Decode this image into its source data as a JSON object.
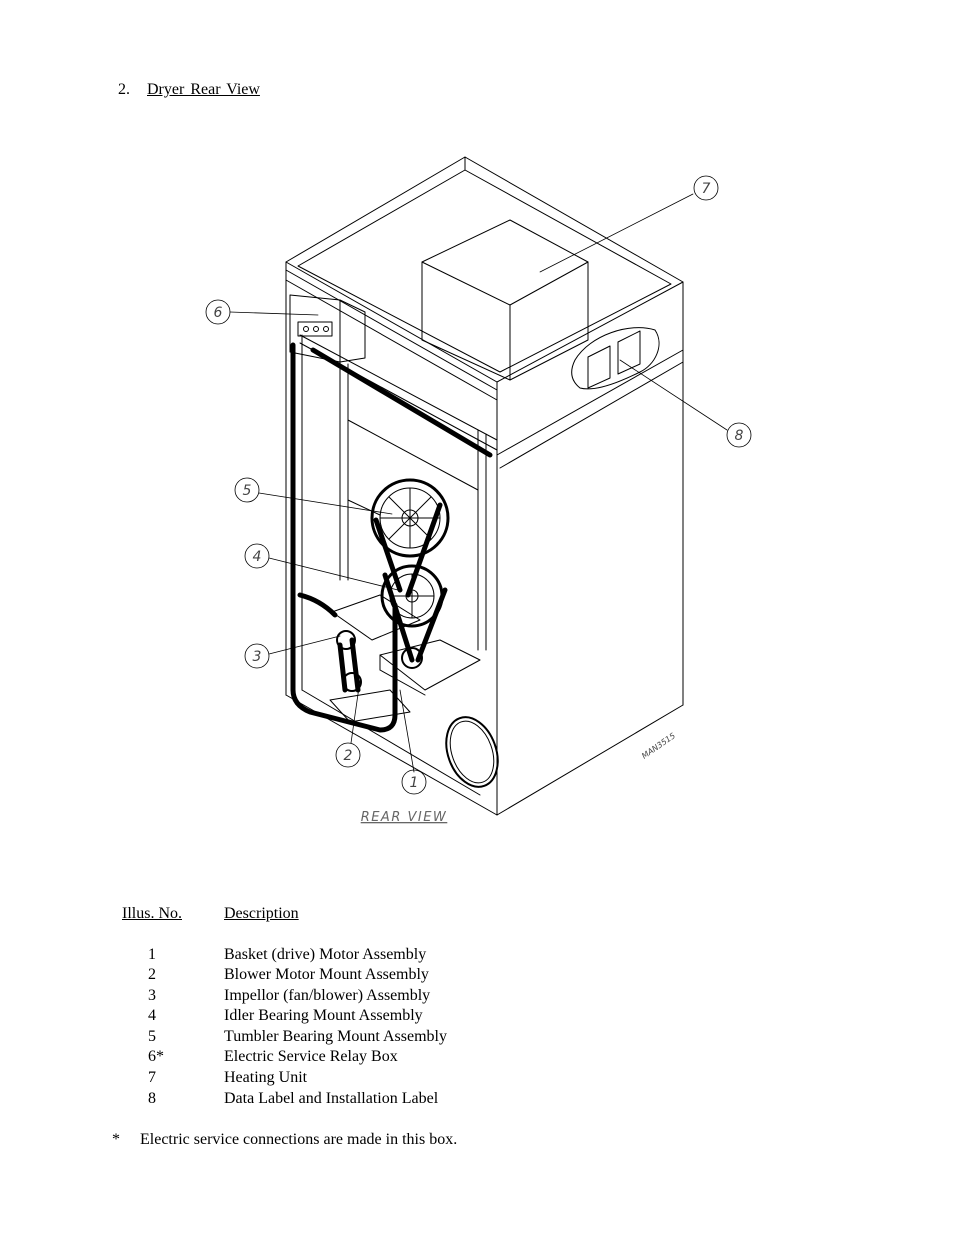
{
  "section": {
    "number": "2.",
    "title": "Dryer Rear View"
  },
  "figure": {
    "caption": "REAR VIEW",
    "drawing_code": "MAN3515",
    "callouts": [
      "1",
      "2",
      "3",
      "4",
      "5",
      "6",
      "7",
      "8"
    ]
  },
  "table": {
    "col_no": "Illus. No.",
    "col_desc": "Description",
    "rows": [
      {
        "no": "1",
        "desc": "Basket (drive) Motor Assembly"
      },
      {
        "no": "2",
        "desc": "Blower Motor Mount Assembly"
      },
      {
        "no": "3",
        "desc": "Impellor (fan/blower) Assembly"
      },
      {
        "no": "4",
        "desc": "Idler Bearing Mount Assembly"
      },
      {
        "no": "5",
        "desc": "Tumbler Bearing Mount Assembly"
      },
      {
        "no": "6*",
        "desc": "Electric Service Relay Box"
      },
      {
        "no": "7",
        "desc": "Heating Unit"
      },
      {
        "no": "8",
        "desc": "Data Label and Installation Label"
      }
    ]
  },
  "footnote": {
    "mark": "*",
    "text": "Electric service connections are made in this box."
  }
}
